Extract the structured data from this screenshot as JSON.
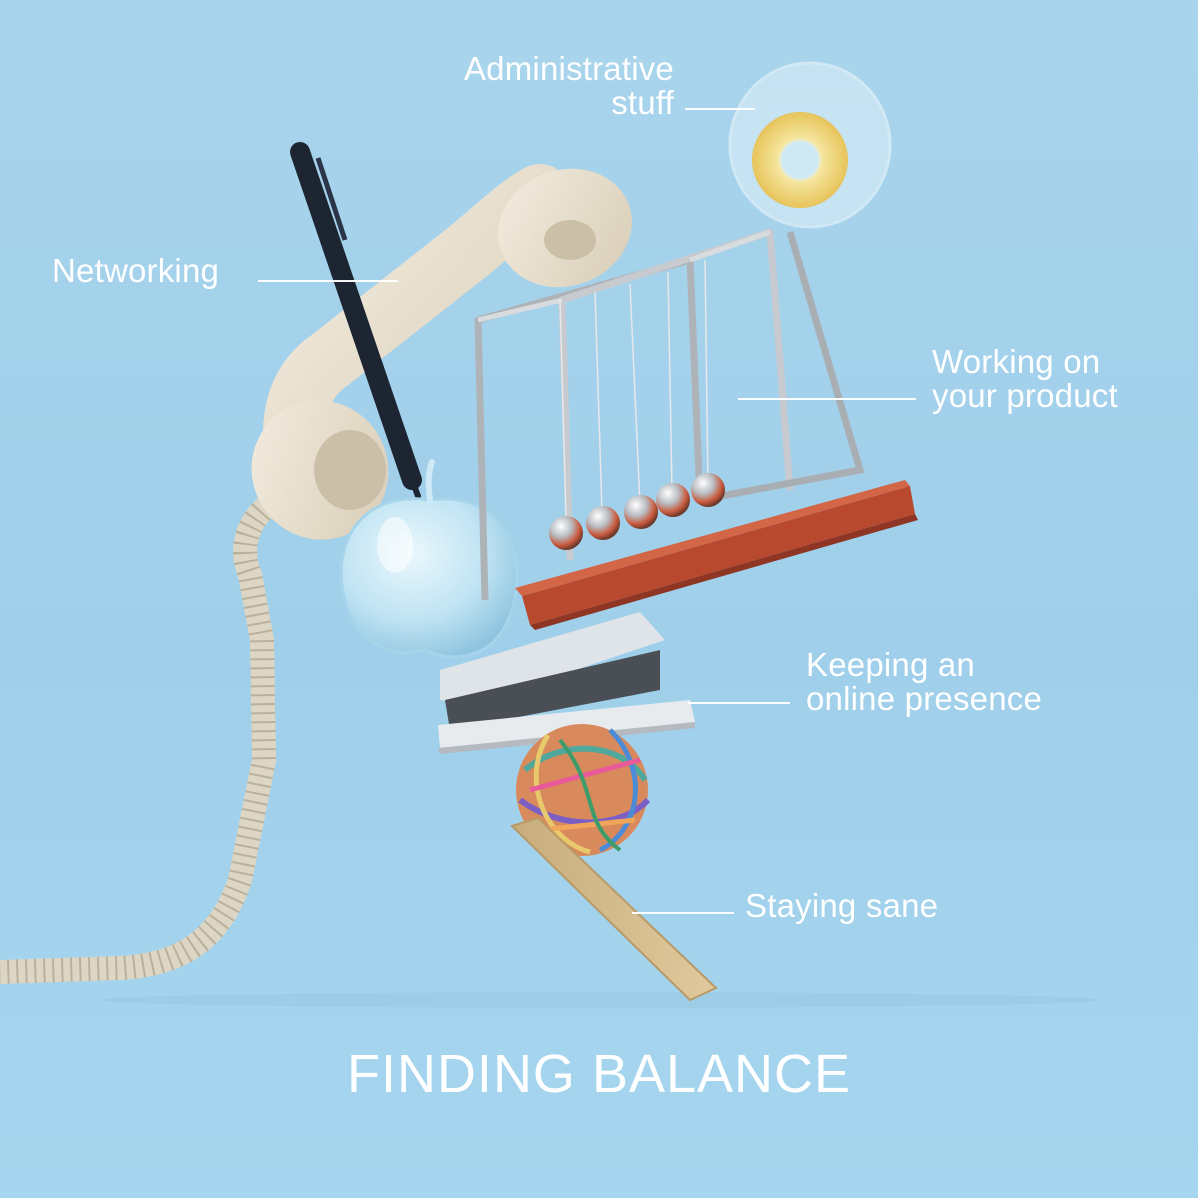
{
  "labels": {
    "administrative": [
      "Administrative",
      "stuff"
    ],
    "networking": [
      "Networking"
    ],
    "product": [
      "Working on",
      "your product"
    ],
    "online": [
      "Keeping an",
      "online presence"
    ],
    "sane": [
      "Staying sane"
    ]
  },
  "title": "FINDING BALANCE",
  "colors": {
    "background": "#a3d2ec",
    "text": "#ffffff",
    "phone": "#e8dfcc",
    "wood_base": "#b84a33",
    "ruler": "#d2b88a"
  }
}
